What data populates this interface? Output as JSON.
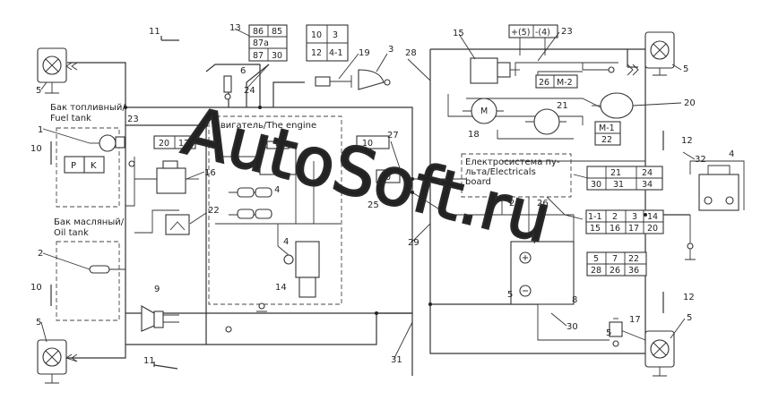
{
  "labels": {
    "fuel_tank": [
      "Бак топливный/",
      "Fuel tank"
    ],
    "oil_tank": [
      "Бак масляный/",
      "Oil tank"
    ],
    "engine": "Двигатель/The engine",
    "electrical_board": [
      "Електросистема пу-",
      "льта/Electricals",
      "board"
    ]
  },
  "fuel_gauge_letters": [
    "P",
    "K"
  ],
  "relay_pins": {
    "r1c1": "86",
    "r1c2": "85",
    "r2": "87a",
    "r3c1": "87",
    "r3c2": "30"
  },
  "fuse_block_a": {
    "r1c1": "10",
    "r1c2": "3",
    "r2c1": "12",
    "r2c2": "4-1"
  },
  "pin_group_top": [
    "+(5)",
    "-(4)"
  ],
  "connector_26_m2": [
    "26",
    "M-2"
  ],
  "connector_m1": [
    "M-1",
    "22"
  ],
  "connector_20_17": [
    "20",
    "17"
  ],
  "connector_21_24": {
    "top": [
      "21",
      "24"
    ],
    "bottom": [
      "30",
      "31",
      "34"
    ]
  },
  "connector_1_14": {
    "top": [
      "1-1",
      "2",
      "3",
      "14"
    ],
    "bottom": [
      "15",
      "16",
      "17",
      "20"
    ]
  },
  "connector_5_22": {
    "top": [
      "5",
      "7",
      "22"
    ],
    "bottom": [
      "28",
      "26",
      "36"
    ]
  },
  "connector_10": [
    "10",
    "10"
  ],
  "numbers": {
    "n1": "1",
    "n2a": "2",
    "n2b": "2",
    "n3": "3",
    "n4a": "4",
    "n4b": "4",
    "n4c": "4",
    "n4d": "4",
    "n5a": "5",
    "n5b": "5",
    "n5c": "5",
    "n5d": "5",
    "n5e": "5",
    "n5f": "5",
    "n6": "6",
    "n8": "8",
    "n9": "9",
    "n10a": "10",
    "n10b": "10",
    "n11a": "11",
    "n11b": "11",
    "n12a": "12",
    "n12b": "12",
    "n13": "13",
    "n14": "14",
    "n15": "15",
    "n16": "16",
    "n17": "17",
    "n18": "18",
    "n19": "19",
    "n20": "20",
    "n21": "21",
    "n22": "22",
    "n23a": "23",
    "n23b": "23",
    "n24": "24",
    "n25": "25",
    "n26a": "26",
    "n26b": "26",
    "n27": "27",
    "n28": "28",
    "n29": "29",
    "n30": "30",
    "n31": "31",
    "n32": "32"
  },
  "watermark": "AutoSoft.ru"
}
